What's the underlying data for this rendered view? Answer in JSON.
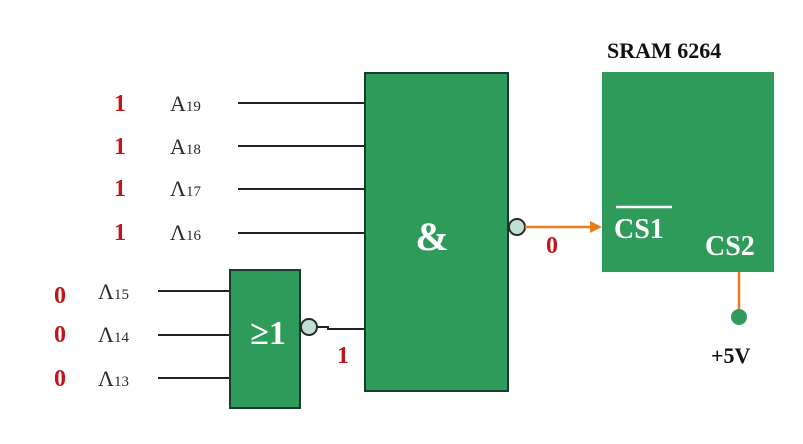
{
  "and_inputs": [
    {
      "value": "1",
      "label": "A",
      "sub": "19"
    },
    {
      "value": "1",
      "label": "A",
      "sub": "18"
    },
    {
      "value": "1",
      "label": "Λ",
      "sub": "17"
    },
    {
      "value": "1",
      "label": "Λ",
      "sub": "16"
    }
  ],
  "or_inputs": [
    {
      "value": "0",
      "label": "Λ",
      "sub": "15"
    },
    {
      "value": "0",
      "label": "Λ",
      "sub": "14"
    },
    {
      "value": "0",
      "label": "Λ",
      "sub": "13"
    }
  ],
  "or_gate": {
    "symbol": "≥1",
    "output_value": "1"
  },
  "and_gate": {
    "symbol": "&",
    "output_value": "0"
  },
  "sram": {
    "title": "SRAM 6264",
    "cs1_label": "CS1",
    "cs2_label": "CS2"
  },
  "supply": {
    "label": "+5V"
  },
  "colors": {
    "gate_fill": "#2f9b5b",
    "value_red": "#c0161c",
    "signal_orange": "#e87d1e"
  }
}
